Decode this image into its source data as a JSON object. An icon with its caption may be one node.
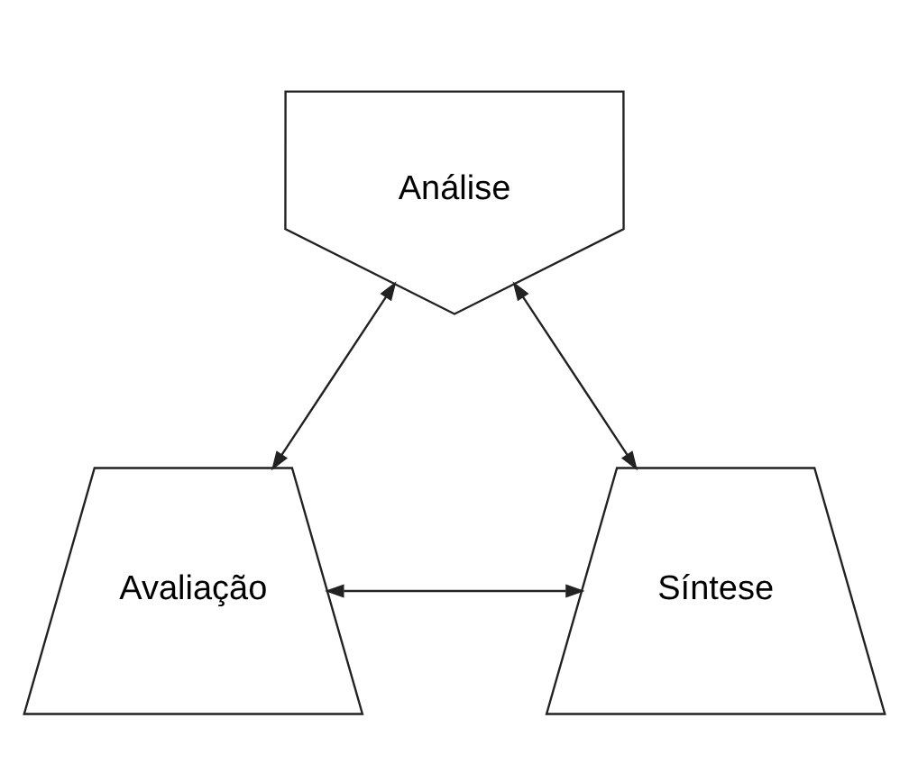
{
  "diagram": {
    "nodes": [
      {
        "text": [
          "Análise"
        ]
      },
      {
        "text": [
          "Avaliação"
        ]
      },
      {
        "text": [
          "Síntese"
        ]
      }
    ],
    "edges": [
      {
        "from": 0,
        "to": 1,
        "arrow": "both"
      },
      {
        "from": 0,
        "to": 2,
        "arrow": "both"
      },
      {
        "from": 1,
        "to": 2,
        "arrow": "both"
      }
    ]
  }
}
